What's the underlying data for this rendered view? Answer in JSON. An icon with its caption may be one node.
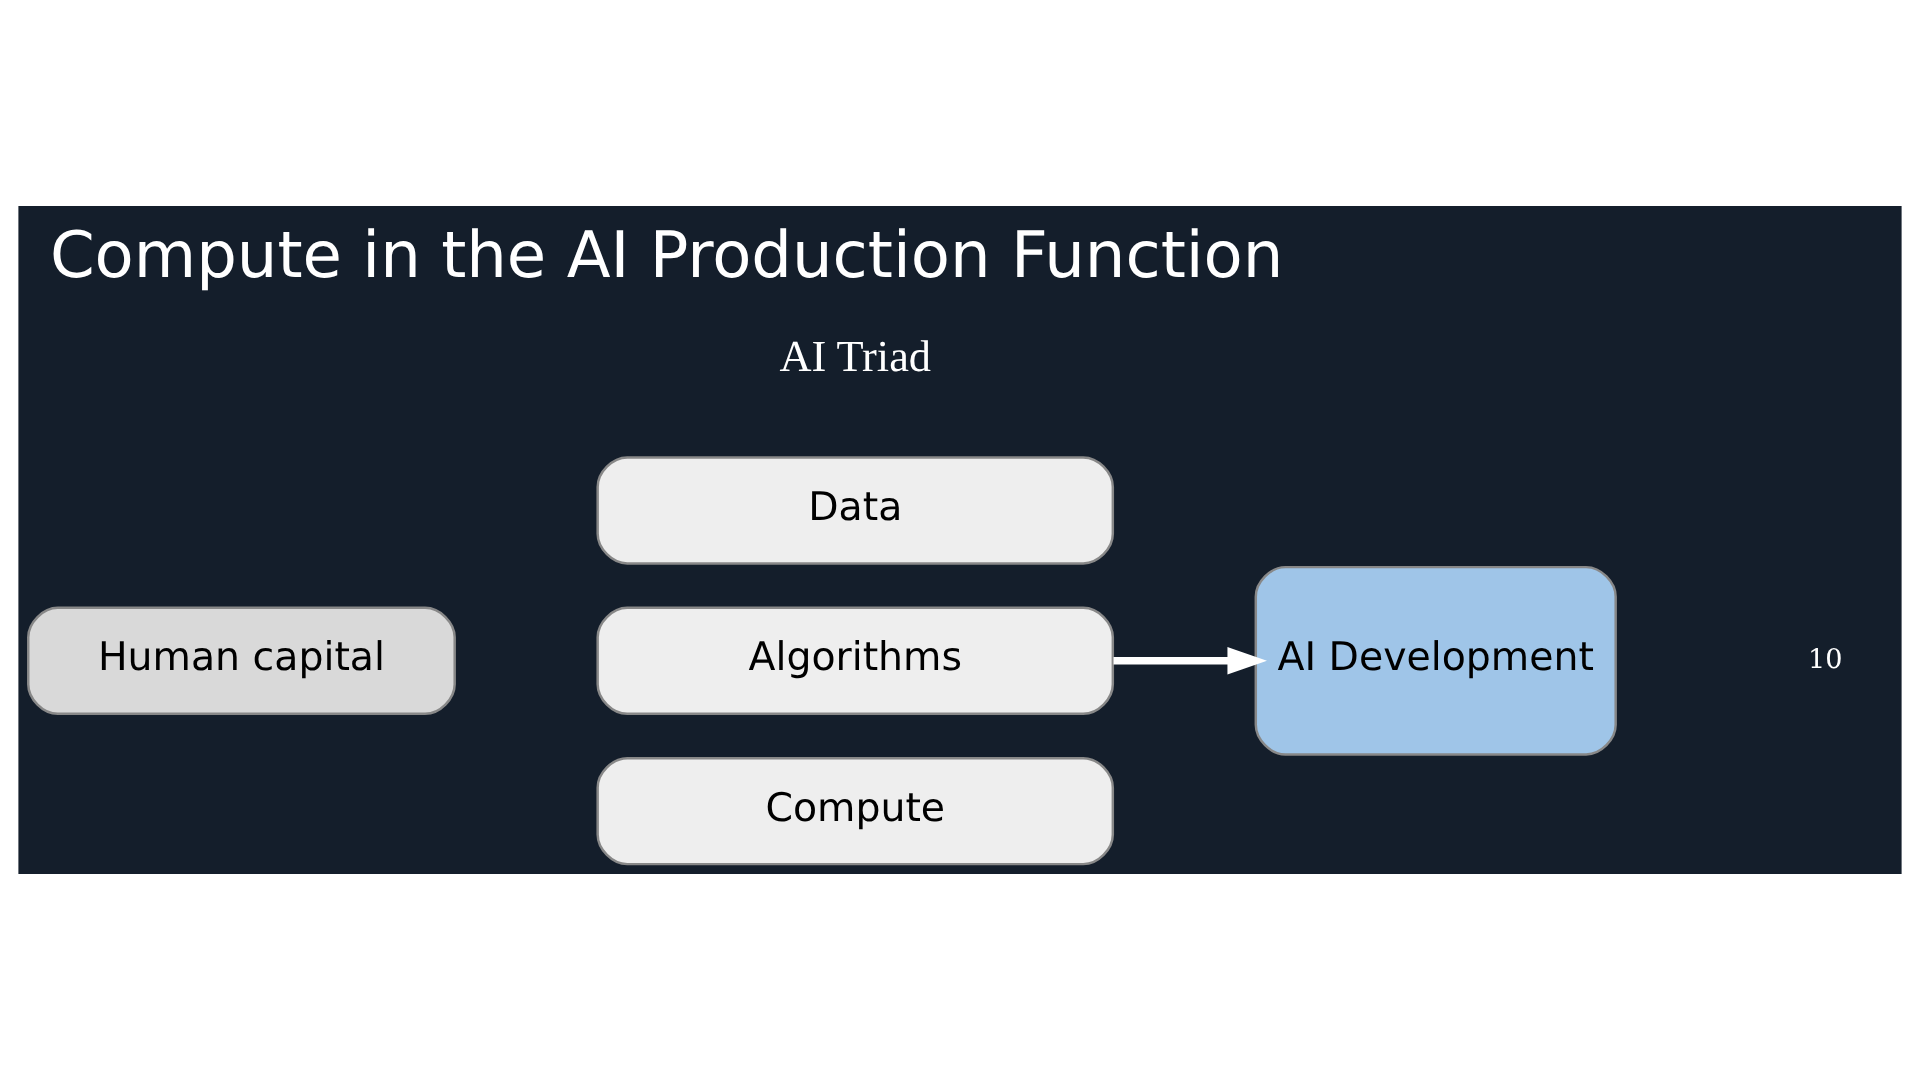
{
  "diagram": {
    "title": "Compute in the AI Production Function",
    "nodes": [
      {
        "text": [
          "Human capital"
        ]
      },
      {
        "text": [
          "Data"
        ]
      },
      {
        "text": [
          "Algorithms"
        ]
      },
      {
        "text": [
          "Compute"
        ]
      },
      {
        "text": [
          "AI Development"
        ]
      }
    ],
    "edges": [
      {
        "from": 2,
        "to": 4,
        "arrow": "to"
      }
    ],
    "labels": [
      "AI Triad",
      "10"
    ]
  }
}
